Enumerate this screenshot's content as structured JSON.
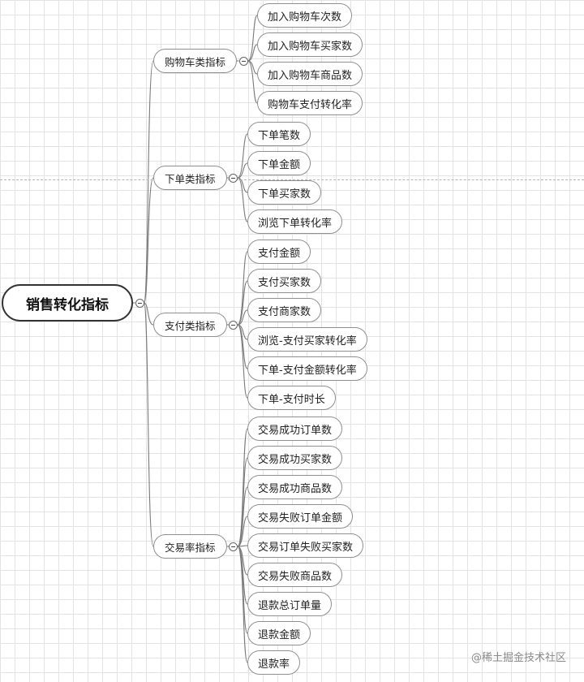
{
  "root": {
    "label": "销售转化指标"
  },
  "categories": [
    {
      "label": "购物车类指标",
      "leaves": [
        "加入购物车次数",
        "加入购物车买家数",
        "加入购物车商品数",
        "购物车支付转化率"
      ]
    },
    {
      "label": "下单类指标",
      "leaves": [
        "下单笔数",
        "下单金额",
        "下单买家数",
        "浏览下单转化率"
      ]
    },
    {
      "label": "支付类指标",
      "leaves": [
        "支付金额",
        "支付买家数",
        "支付商家数",
        "浏览-支付买家转化率",
        "下单-支付金额转化率",
        "下单-支付时长"
      ]
    },
    {
      "label": "交易率指标",
      "leaves": [
        "交易成功订单数",
        "交易成功买家数",
        "交易成功商品数",
        "交易失败订单金额",
        "交易订单失败买家数",
        "交易失败商品数",
        "退款总订单量",
        "退款金额",
        "退款率"
      ]
    }
  ],
  "watermark": "@稀土掘金技术社区",
  "colors": {
    "line": "#7a7a7a",
    "node_border": "#8f8f8f",
    "root_border": "#333333",
    "grid": "#e3e3e3"
  }
}
